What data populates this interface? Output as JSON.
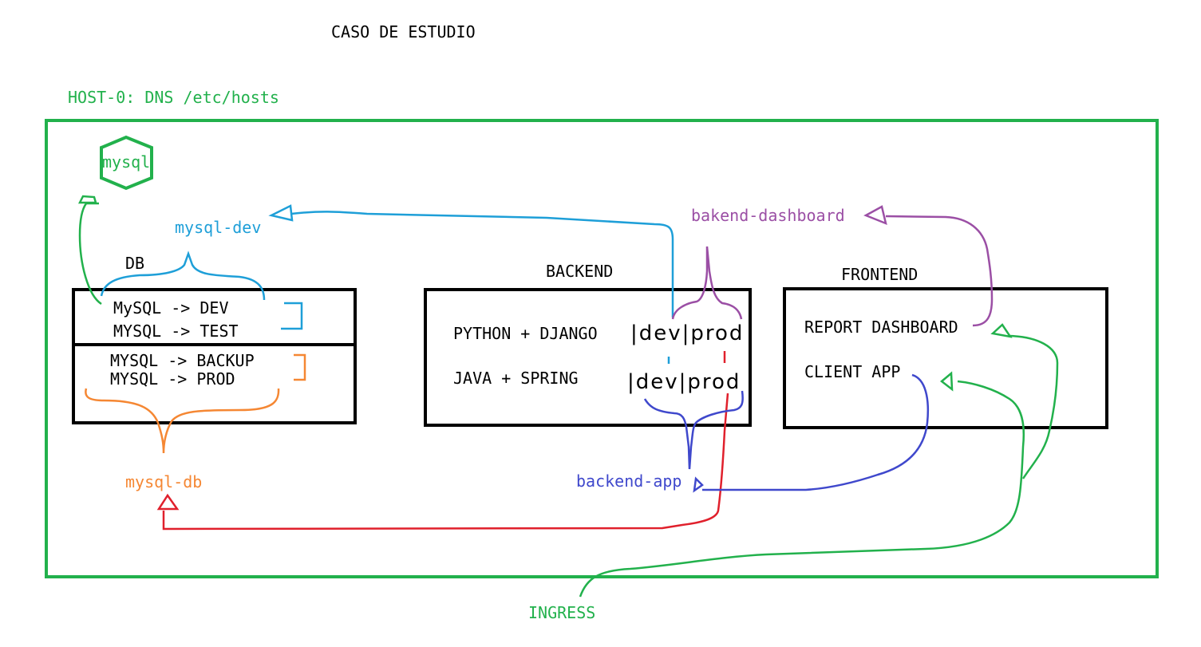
{
  "title": "CASO DE ESTUDIO",
  "host_label": "HOST-0: DNS /etc/hosts",
  "mysql_badge": "mysql",
  "db": {
    "heading": "DB",
    "line1": "MySQL -> DEV",
    "line2": "MYSQL -> TEST",
    "line3": "MYSQL -> BACKUP",
    "line4": "MYSQL -> PROD"
  },
  "backend": {
    "heading": "BACKEND",
    "row1": "PYTHON + DJANGO",
    "row2": "JAVA + SPRING",
    "env1": "|dev|prod",
    "env2": "|dev|prod"
  },
  "frontend": {
    "heading": "FRONTEND",
    "row1": "REPORT DASHBOARD",
    "row2": "CLIENT APP"
  },
  "routes": {
    "mysql_dev": "mysql-dev",
    "mysql_db": "mysql-db",
    "backend_dashboard": "bakend-dashboard",
    "backend_app": "backend-app",
    "ingress": "INGRESS"
  },
  "colors": {
    "green": "#22b14c",
    "blue": "#1e9fd8",
    "purple": "#9b4fa5",
    "orange": "#f58733",
    "red": "#e0202c",
    "indigo": "#3f48cc"
  }
}
